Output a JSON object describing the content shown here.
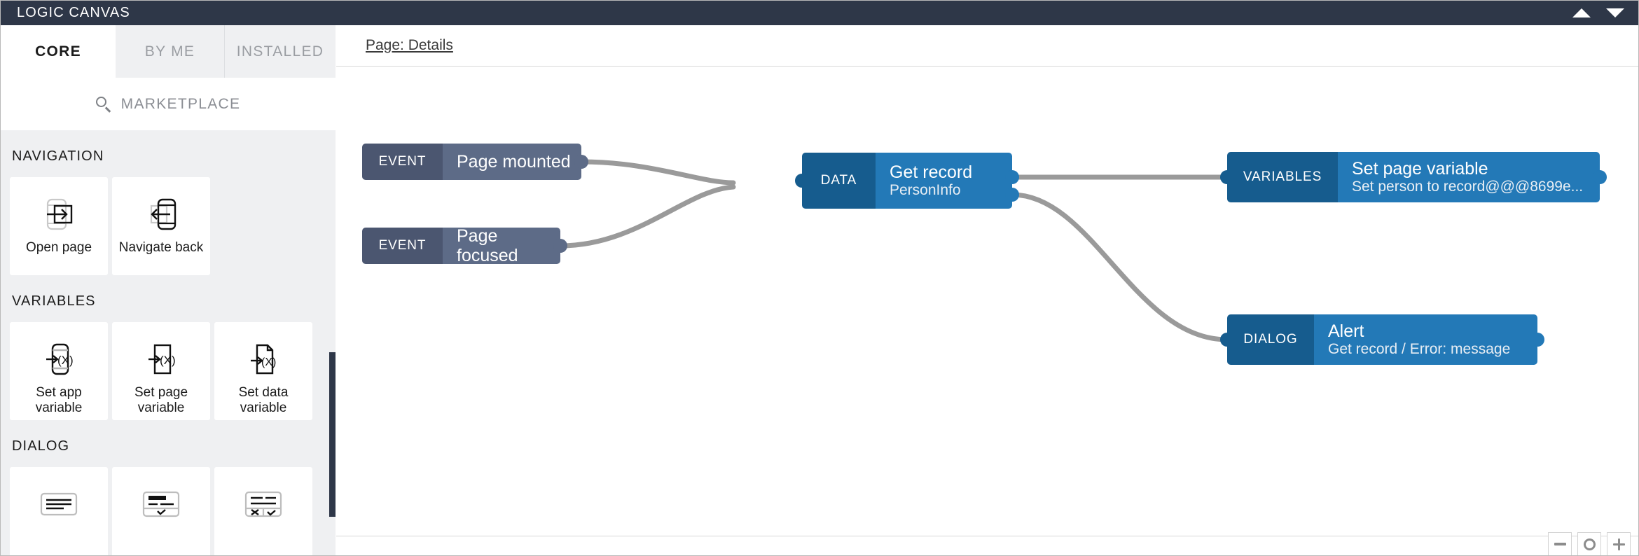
{
  "window": {
    "title": "LOGIC CANVAS",
    "collapse_icon": "triangle-up-icon",
    "expand_icon": "triangle-down-icon"
  },
  "sidebar": {
    "tabs": [
      {
        "label": "CORE",
        "active": true
      },
      {
        "label": "BY ME",
        "active": false
      },
      {
        "label": "INSTALLED",
        "active": false
      }
    ],
    "marketplace": {
      "label": "MARKETPLACE",
      "icon": "search-icon"
    },
    "groups": [
      {
        "title": "NAVIGATION",
        "cards": [
          {
            "label": "Open page",
            "icon": "open-page-icon"
          },
          {
            "label": "Navigate back",
            "icon": "navigate-back-icon"
          }
        ]
      },
      {
        "title": "VARIABLES",
        "cards": [
          {
            "label": "Set app variable",
            "icon": "set-app-variable-icon"
          },
          {
            "label": "Set page variable",
            "icon": "set-page-variable-icon"
          },
          {
            "label": "Set data variable",
            "icon": "set-data-variable-icon"
          }
        ]
      },
      {
        "title": "DIALOG",
        "cards": [
          {
            "label": "",
            "icon": "toast-icon"
          },
          {
            "label": "",
            "icon": "alert-icon"
          },
          {
            "label": "",
            "icon": "confirm-icon"
          }
        ]
      }
    ]
  },
  "canvas": {
    "breadcrumb": "Page: Details",
    "nodes": [
      {
        "kind": "EVENT",
        "title": "Page mounted",
        "subtitle": ""
      },
      {
        "kind": "EVENT",
        "title": "Page focused",
        "subtitle": ""
      },
      {
        "kind": "DATA",
        "title": "Get record",
        "subtitle": "PersonInfo"
      },
      {
        "kind": "VARIABLES",
        "title": "Set page variable",
        "subtitle": "Set person to record@@@8699e..."
      },
      {
        "kind": "DIALOG",
        "title": "Alert",
        "subtitle": "Get record / Error: message"
      }
    ],
    "zoom_controls": [
      {
        "name": "zoom-out",
        "icon": "minus-icon"
      },
      {
        "name": "zoom-reset",
        "icon": "circle-icon"
      },
      {
        "name": "zoom-in",
        "icon": "plus-icon"
      }
    ]
  },
  "colors": {
    "titlebar": "#2e3748",
    "event_badge": "#4b5670",
    "event_body": "#5d6b87",
    "node_badge": "#165c8e",
    "node_body": "#2379b7",
    "edge": "#9a9a9a",
    "sidebar_bg": "#eff0f2"
  }
}
